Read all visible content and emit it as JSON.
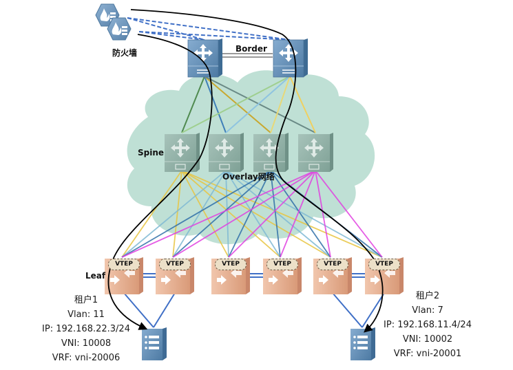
{
  "diagram": {
    "type": "vxlan-evpn-spine-leaf-topology",
    "colors": {
      "cloud": "#bfe0d5",
      "border_switch": "#5b87ad",
      "spine_switch": "#8eb0a5",
      "leaf_switch": "#e3a98a",
      "server": "#5b87ad",
      "firewall": "#6f97bd",
      "access_link": "#3f6fc6",
      "firewall_link_dashed": "#3f6fc6",
      "traffic_path": "#000000"
    },
    "labels": {
      "firewall": "防火墙",
      "border": "Border",
      "spine": "Spine",
      "overlay": "Overlay网络",
      "leaf": "Leaf",
      "vtep": "VTEP"
    },
    "nodes": {
      "firewalls": [
        {
          "id": "fw1",
          "icon": "firewall-icon"
        },
        {
          "id": "fw2",
          "icon": "firewall-icon"
        }
      ],
      "border": [
        {
          "id": "border1",
          "icon": "router-switch-icon"
        },
        {
          "id": "border2",
          "icon": "router-switch-icon"
        }
      ],
      "spine": [
        {
          "id": "spine1"
        },
        {
          "id": "spine2"
        },
        {
          "id": "spine3"
        },
        {
          "id": "spine4"
        }
      ],
      "leaf": [
        {
          "id": "leaf1",
          "tag": "VTEP"
        },
        {
          "id": "leaf2",
          "tag": "VTEP"
        },
        {
          "id": "leaf3",
          "tag": "VTEP"
        },
        {
          "id": "leaf4",
          "tag": "VTEP"
        },
        {
          "id": "leaf5",
          "tag": "VTEP"
        },
        {
          "id": "leaf6",
          "tag": "VTEP"
        }
      ],
      "servers": [
        {
          "id": "server1",
          "icon": "server-icon"
        },
        {
          "id": "server2",
          "icon": "server-icon"
        }
      ]
    },
    "tenants": [
      {
        "name": "租户1",
        "vlan": "Vlan: 11",
        "ip": "IP: 192.168.22.3/24",
        "vni": "VNI: 10008",
        "vrf": "VRF: vni-20006"
      },
      {
        "name": "租户2",
        "vlan": "Vlan: 7",
        "ip": "IP: 192.168.11.4/24",
        "vni": "VNI: 10002",
        "vrf": "VRF: vni-20001"
      }
    ],
    "spine_leaf_link_colors": [
      {
        "spine": "spine1",
        "color": "#e8c440"
      },
      {
        "spine": "spine2",
        "color": "#7fb8d4"
      },
      {
        "spine": "spine3",
        "color": "#2f6fa8"
      },
      {
        "spine": "spine4",
        "color": "#e040e0"
      }
    ],
    "border_spine_link_colors": [
      "#4f8a4f",
      "#3f7fb8",
      "#c8a830",
      "#6a8a86",
      "#9fcf8f",
      "#8fc4e0",
      "#e8d878",
      "#f0d060"
    ]
  }
}
